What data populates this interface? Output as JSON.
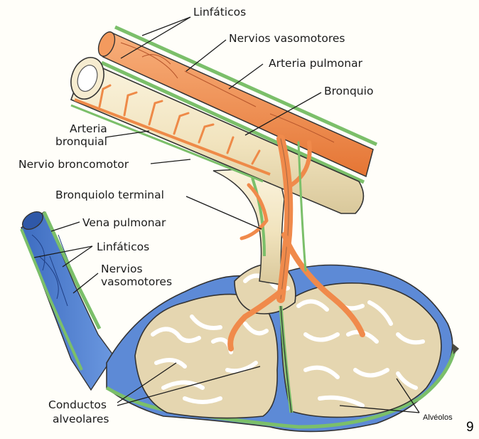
{
  "labels": {
    "linfaticos_top": "Linfáticos",
    "nervios_vasomotores_top": "Nervios vasomotores",
    "arteria_pulmonar": "Arteria pulmonar",
    "bronquio": "Bronquio",
    "arteria_bronquial_1": "Arteria",
    "arteria_bronquial_2": "bronquial",
    "nervio_broncomotor": "Nervio broncomotor",
    "bronquiolo_terminal": "Bronquiolo terminal",
    "vena_pulmonar": "Vena pulmonar",
    "linfaticos_mid": "Linfáticos",
    "nervios_vasomotores_mid_1": "Nervios",
    "nervios_vasomotores_mid_2": "vasomotores",
    "conductos_alveolares_1": "Conductos",
    "conductos_alveolares_2": "alveolares",
    "alveolos": "Alvéolos",
    "page_number": "9"
  },
  "colors": {
    "bronchus": "#f3e6c4",
    "alveolus_fill": "#e2d3ad",
    "artery": "#f08a4b",
    "vein": "#4f7fd0",
    "lymph": "#7bbf6a",
    "outline": "#333333"
  }
}
